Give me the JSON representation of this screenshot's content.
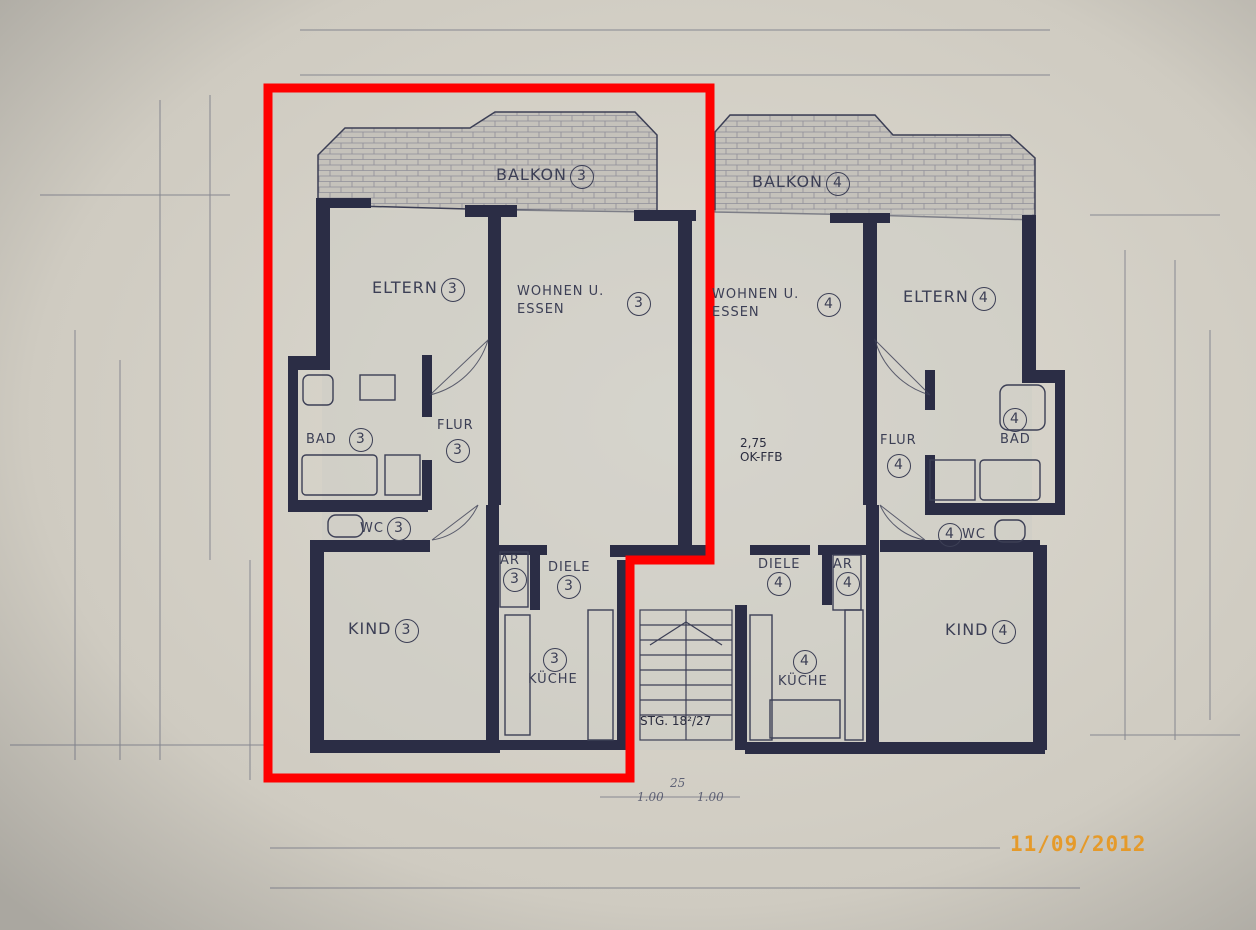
{
  "plan": {
    "balcony_left": "BALKON",
    "balcony_left_no": "3",
    "balcony_right": "BALKON",
    "balcony_right_no": "4",
    "eltern_left": "ELTERN",
    "eltern_left_no": "3",
    "eltern_right": "ELTERN",
    "eltern_right_no": "4",
    "wohnen_left_1": "WOHNEN U.",
    "wohnen_left_2": "ESSEN",
    "wohnen_left_no": "3",
    "wohnen_right_1": "WOHNEN U.",
    "wohnen_right_2": "ESSEN",
    "wohnen_right_no": "4",
    "bad_left": "BAD",
    "bad_left_no": "3",
    "bad_right": "BAD",
    "bad_right_no": "4",
    "flur_left": "FLUR",
    "flur_left_no": "3",
    "flur_right": "FLUR",
    "flur_right_no": "4",
    "wc_left": "WC",
    "wc_left_no": "3",
    "wc_right": "WC",
    "wc_right_no": "4",
    "ar_left": "AR",
    "ar_left_no": "3",
    "ar_right": "AR",
    "ar_right_no": "4",
    "diele_left": "DIELE",
    "diele_left_no": "3",
    "diele_right": "DIELE",
    "diele_right_no": "4",
    "kind_left": "KIND",
    "kind_left_no": "3",
    "kind_right": "KIND",
    "kind_right_no": "4",
    "kueche_left": "KÜCHE",
    "kueche_left_no": "3",
    "kueche_right": "KÜCHE",
    "kueche_right_no": "4",
    "stair": "STG. 18²/27",
    "elevation_1": "2,75",
    "elevation_2": "OK-FFB",
    "bottom_dim_1": "1.00",
    "bottom_dim_2": "25",
    "bottom_dim_3": "1.00"
  },
  "date_stamp": "11/09/2012",
  "colors": {
    "paper": "#d9d6cc",
    "wall": "#2b2d45",
    "ink": "#3c3f55",
    "highlight": "#ff0000",
    "date": "#e59a2a"
  }
}
